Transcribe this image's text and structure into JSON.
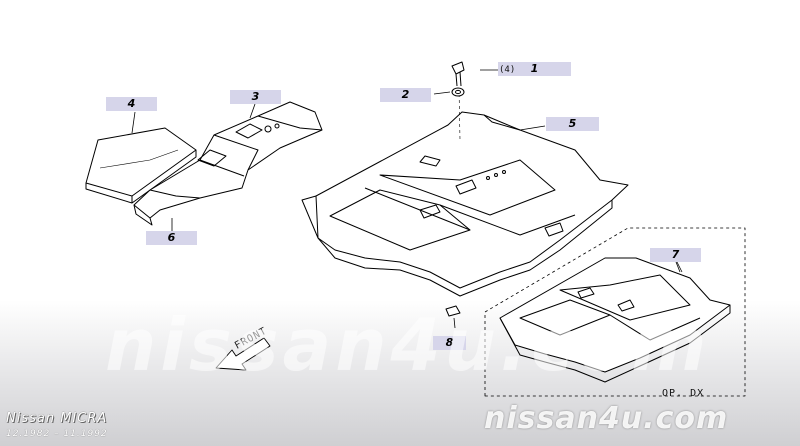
{
  "diagram": {
    "callouts": [
      {
        "key": "1",
        "label": "1"
      },
      {
        "key": "2",
        "label": "2"
      },
      {
        "key": "3",
        "label": "3"
      },
      {
        "key": "4",
        "label": "4"
      },
      {
        "key": "5",
        "label": "5"
      },
      {
        "key": "6",
        "label": "6"
      },
      {
        "key": "7",
        "label": "7"
      },
      {
        "key": "8",
        "label": "8"
      }
    ],
    "quantity_note": "(4)",
    "variant_note": "OP. DX",
    "front_label": "FRONT"
  },
  "brand": {
    "model": "Nissan MICRA",
    "period": "12.1982 – 11.1992",
    "watermark": "nissan4u.com"
  },
  "colors": {
    "callout_bg": "#d6d5ea",
    "line": "#000000"
  }
}
